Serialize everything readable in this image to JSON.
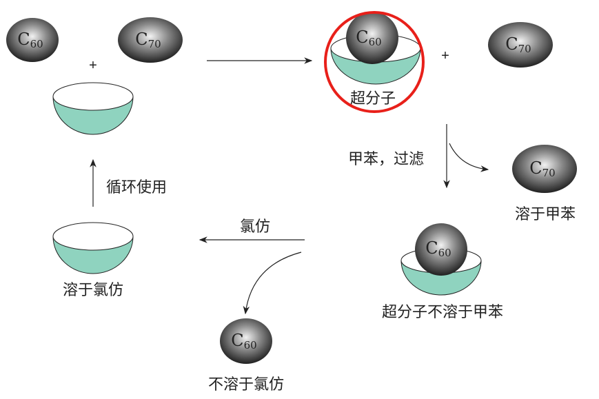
{
  "molecules": {
    "c60_symbol": "C",
    "c60_sub": "60",
    "c70_symbol": "C",
    "c70_sub": "70"
  },
  "plus_sign": "+",
  "labels": {
    "supramolecule": "超分子",
    "toluene_filter": "甲苯，过滤",
    "soluble_in_toluene": "溶于甲苯",
    "supramolecule_insoluble_toluene": "超分子不溶于甲苯",
    "chloroform": "氯仿",
    "insoluble_in_chloroform": "不溶于氯仿",
    "soluble_in_chloroform": "溶于氯仿",
    "recycle": "循环使用"
  },
  "colors": {
    "bowl": "#8fd3bf",
    "highlight": "#e8201a"
  }
}
